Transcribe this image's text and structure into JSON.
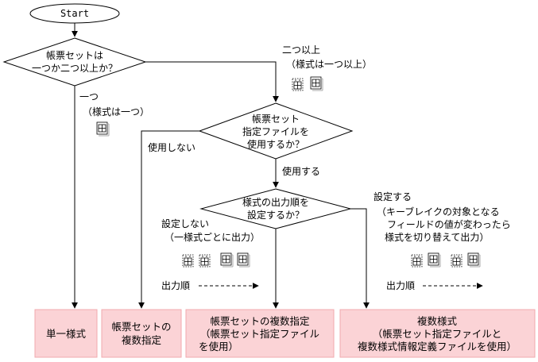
{
  "start": "Start",
  "decisions": {
    "d1": [
      "帳票セットは",
      "一つか二つ以上か？"
    ],
    "d2": [
      "帳票セット",
      "指定ファイルを",
      "使用するか？"
    ],
    "d3": [
      "様式の出力順を",
      "設定するか？"
    ]
  },
  "branches": {
    "one": [
      "一つ",
      "（様式は一つ）"
    ],
    "two_or_more": [
      "二つ以上",
      "（様式は一つ以上）"
    ],
    "not_use": "使用しない",
    "use": "使用する",
    "not_set": [
      "設定しない",
      "（一様式ごとに出力）"
    ],
    "set": [
      "設定する",
      "（キーブレイクの対象となる",
      "フィールドの値が変わったら",
      "様式を切り替えて出力）"
    ]
  },
  "output_order_label": "出力順",
  "results": {
    "r1": [
      "単一様式"
    ],
    "r2": [
      "帳票セットの",
      "複数指定"
    ],
    "r3": [
      "帳票セットの複数指定",
      "（帳票セット指定ファイル",
      "を使用）"
    ],
    "r4": [
      "複数様式",
      "（帳票セット指定ファイルと",
      "複数様式情報定義ファイルを使用）"
    ]
  },
  "colors": {
    "result_fill": "#fbd3d6",
    "result_stroke": "#f0a9ae",
    "line": "#000000"
  }
}
